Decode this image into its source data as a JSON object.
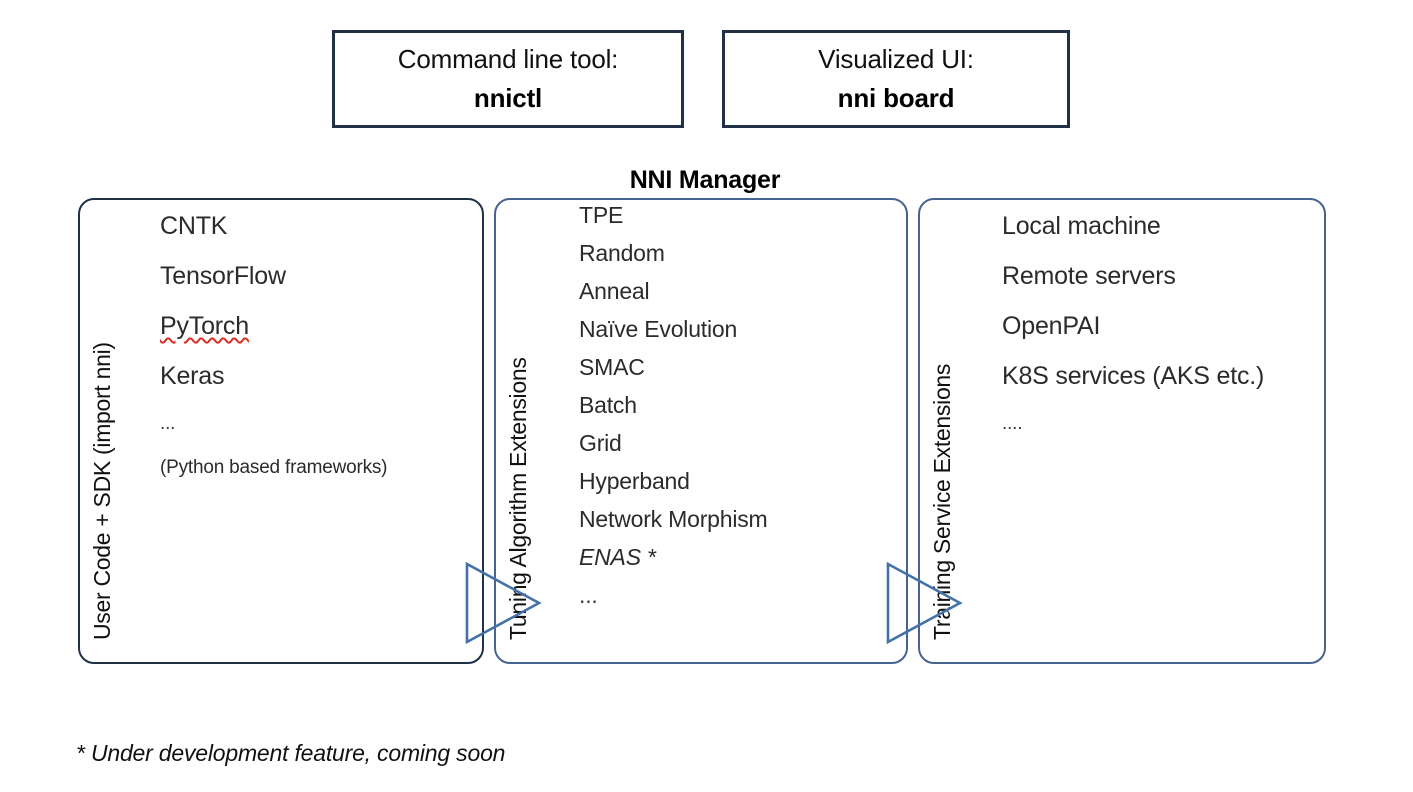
{
  "top_boxes": [
    {
      "caption": "Command line tool:",
      "name": "nnictl"
    },
    {
      "caption": "Visualized UI:",
      "name": "nni board"
    }
  ],
  "manager": {
    "title": "NNI Manager",
    "columns": [
      {
        "side_label": "User Code + SDK (import nni)",
        "items": [
          {
            "text": "CNTK"
          },
          {
            "text": "TensorFlow"
          },
          {
            "text": "PyTorch"
          },
          {
            "text": "Keras"
          },
          {
            "text": "..."
          },
          {
            "text": "(Python based frameworks)"
          }
        ]
      },
      {
        "side_label": "Tuning Algorithm Extensions",
        "items": [
          {
            "text": "TPE"
          },
          {
            "text": "Random"
          },
          {
            "text": "Anneal"
          },
          {
            "text": "Naïve Evolution"
          },
          {
            "text": "SMAC"
          },
          {
            "text": "Batch"
          },
          {
            "text": "Grid"
          },
          {
            "text": "Hyperband"
          },
          {
            "text": "Network Morphism"
          },
          {
            "text": "ENAS *"
          },
          {
            "text": "..."
          }
        ]
      },
      {
        "side_label": "Training Service Extensions",
        "items": [
          {
            "text": "Local machine"
          },
          {
            "text": "Remote servers"
          },
          {
            "text": "OpenPAI"
          },
          {
            "text": "K8S services (AKS etc.)"
          },
          {
            "text": "...."
          }
        ]
      }
    ]
  },
  "footnote": "* Under development feature, coming soon",
  "colors": {
    "navy_border": "#1f3047",
    "blue_border": "#46648f",
    "arrow_stroke": "#4472a8",
    "text": "#2b2b2b",
    "spell_error": "#d93025"
  }
}
